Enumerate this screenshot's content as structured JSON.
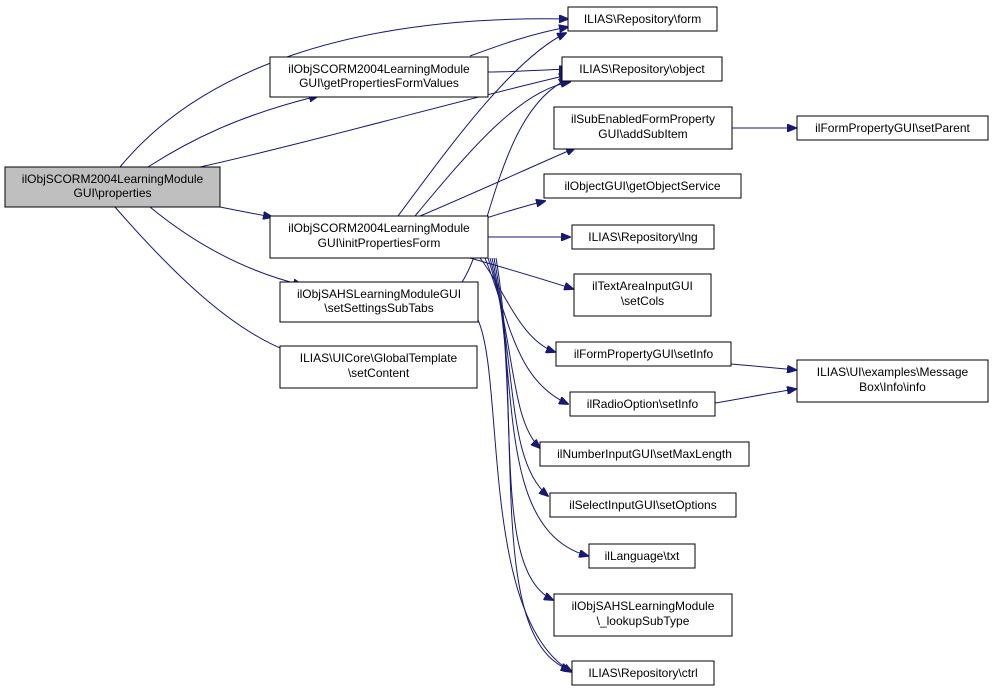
{
  "colors": {
    "edge": "#191970",
    "root_fill": "#bfbfbf",
    "node_fill": "#ffffff",
    "node_border": "#000000"
  },
  "nodes": {
    "root": {
      "lines": [
        "ilObjSCORM2004LearningModule",
        "GUI\\properties"
      ]
    },
    "get_properties_form_values": {
      "lines": [
        "ilObjSCORM2004LearningModule",
        "GUI\\getPropertiesFormValues"
      ]
    },
    "init_properties_form": {
      "lines": [
        "ilObjSCORM2004LearningModule",
        "GUI\\initPropertiesForm"
      ]
    },
    "set_settings_sub_tabs": {
      "lines": [
        "ilObjSAHSLearningModuleGUI",
        "\\setSettingsSubTabs"
      ]
    },
    "global_template_set_content": {
      "lines": [
        "ILIAS\\UICore\\GlobalTemplate",
        "\\setContent"
      ]
    },
    "repository_form": {
      "lines": [
        "ILIAS\\Repository\\form"
      ]
    },
    "repository_object": {
      "lines": [
        "ILIAS\\Repository\\object"
      ]
    },
    "add_sub_item": {
      "lines": [
        "ilSubEnabledFormProperty",
        "GUI\\addSubItem"
      ]
    },
    "set_parent": {
      "lines": [
        "ilFormPropertyGUI\\setParent"
      ]
    },
    "get_object_service": {
      "lines": [
        "ilObjectGUI\\getObjectService"
      ]
    },
    "repository_lng": {
      "lines": [
        "ILIAS\\Repository\\lng"
      ]
    },
    "set_cols": {
      "lines": [
        "ilTextAreaInputGUI",
        "\\setCols"
      ]
    },
    "form_property_set_info": {
      "lines": [
        "ilFormPropertyGUI\\setInfo"
      ]
    },
    "message_box_info": {
      "lines": [
        "ILIAS\\UI\\examples\\Message",
        "Box\\Info\\info"
      ]
    },
    "radio_option_set_info": {
      "lines": [
        "ilRadioOption\\setInfo"
      ]
    },
    "set_max_length": {
      "lines": [
        "ilNumberInputGUI\\setMaxLength"
      ]
    },
    "set_options": {
      "lines": [
        "ilSelectInputGUI\\setOptions"
      ]
    },
    "language_txt": {
      "lines": [
        "ilLanguage\\txt"
      ]
    },
    "lookup_sub_type": {
      "lines": [
        "ilObjSAHSLearningModule",
        "\\_lookupSubType"
      ]
    },
    "repository_ctrl": {
      "lines": [
        "ILIAS\\Repository\\ctrl"
      ]
    }
  }
}
